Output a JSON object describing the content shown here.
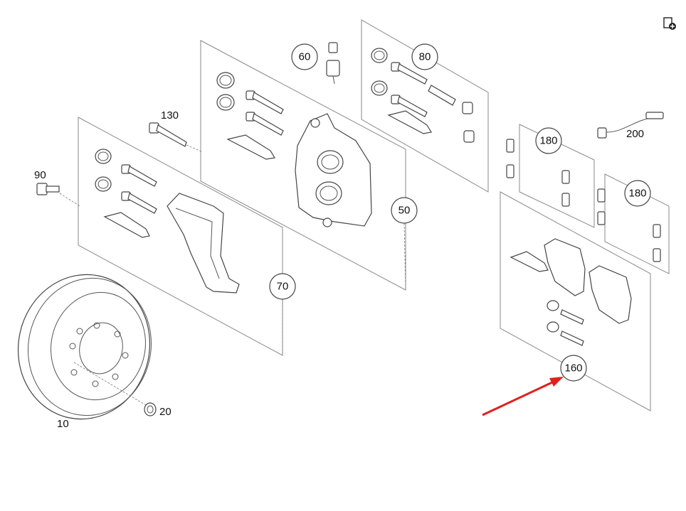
{
  "callouts": {
    "c60": "60",
    "c80": "80",
    "c50": "50",
    "c70": "70",
    "c180a": "180",
    "c180b": "180",
    "c160": "160"
  },
  "labels": {
    "l130": "130",
    "l90": "90",
    "l200": "200",
    "l20": "20",
    "l10": "10"
  },
  "highlight": {
    "callout": "160",
    "circle_color": "#8cc4df",
    "arrow_color": "#e0201e"
  },
  "icons": {
    "toolbar": "add-to-document-icon"
  }
}
